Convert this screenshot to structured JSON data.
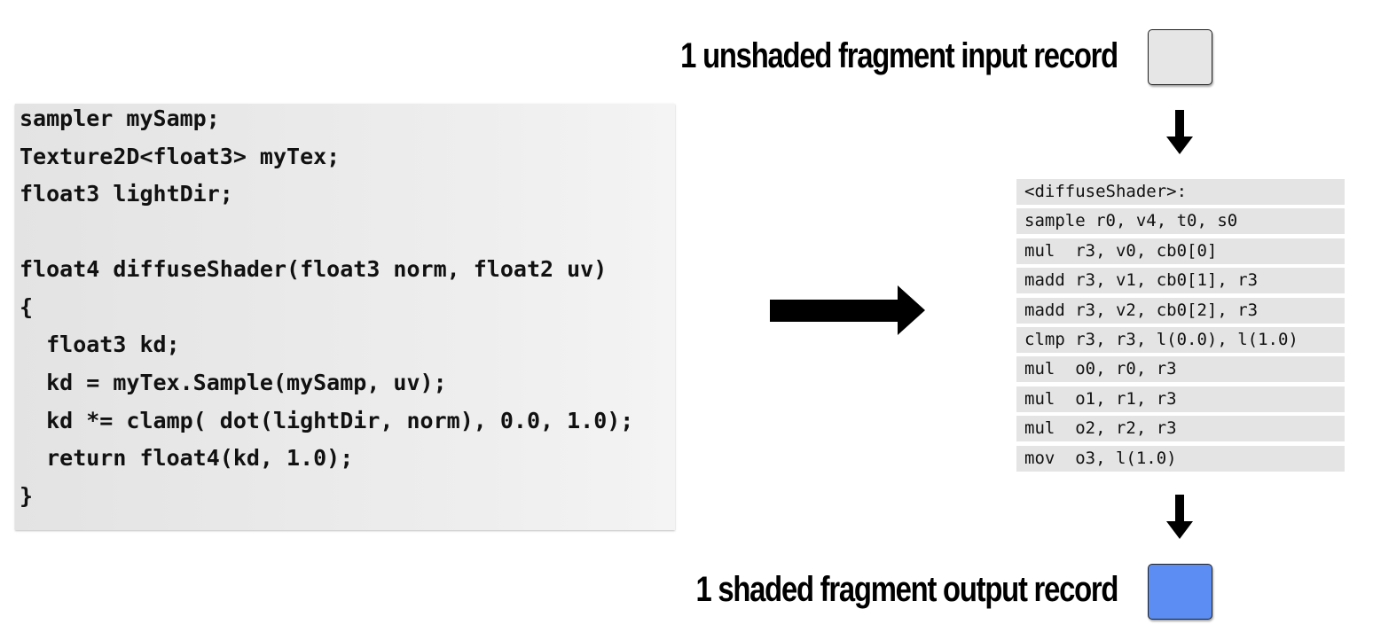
{
  "labels": {
    "input_record": "1 unshaded fragment input record",
    "output_record": "1 shaded fragment output record"
  },
  "colors": {
    "input_box": "#e6e6e6",
    "output_box": "#5b8df2",
    "code_panel_bg": "#e8e8e8",
    "asm_row_bg": "#e4e4e4"
  },
  "source_code": {
    "lines": [
      "sampler mySamp;",
      "Texture2D<float3> myTex;",
      "float3 lightDir;",
      "",
      "float4 diffuseShader(float3 norm, float2 uv)",
      "{",
      "  float3 kd;",
      "  kd = myTex.Sample(mySamp, uv);",
      "  kd *= clamp( dot(lightDir, norm), 0.0, 1.0);",
      "  return float4(kd, 1.0);",
      "}"
    ]
  },
  "assembly": {
    "lines": [
      "<diffuseShader>:",
      "sample r0, v4, t0, s0",
      "mul  r3, v0, cb0[0]",
      "madd r3, v1, cb0[1], r3",
      "madd r3, v2, cb0[2], r3",
      "clmp r3, r3, l(0.0), l(1.0)",
      "mul  o0, r0, r3",
      "mul  o1, r1, r3",
      "mul  o2, r2, r3",
      "mov  o3, l(1.0)"
    ]
  }
}
